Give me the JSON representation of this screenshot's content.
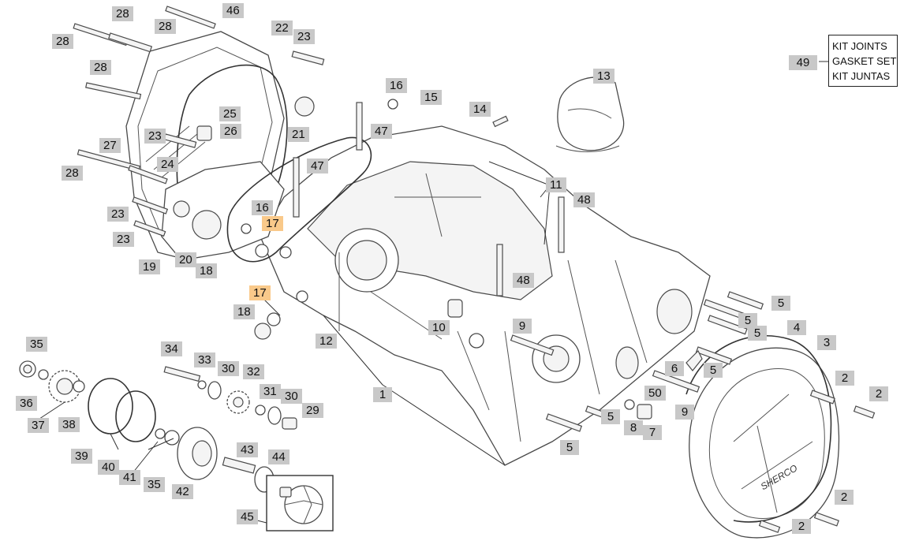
{
  "kit_box": {
    "ref": "49",
    "lines": [
      "KIT JOINTS",
      "GASKET SET",
      "KIT JUNTAS"
    ]
  },
  "highlight_color": "#f9c98a",
  "label_color": "#c8c8c8",
  "cover_brand_text": "SHERCO",
  "callouts": [
    {
      "id": "c28a",
      "text": "28"
    },
    {
      "id": "c46",
      "text": "46"
    },
    {
      "id": "c28b",
      "text": "28"
    },
    {
      "id": "c28c",
      "text": "28"
    },
    {
      "id": "c22",
      "text": "22"
    },
    {
      "id": "c23a",
      "text": "23"
    },
    {
      "id": "c28d",
      "text": "28"
    },
    {
      "id": "c25",
      "text": "25"
    },
    {
      "id": "c26",
      "text": "26"
    },
    {
      "id": "c23b",
      "text": "23"
    },
    {
      "id": "c21",
      "text": "21"
    },
    {
      "id": "c16a",
      "text": "16"
    },
    {
      "id": "c15",
      "text": "15"
    },
    {
      "id": "c14",
      "text": "14"
    },
    {
      "id": "c13",
      "text": "13"
    },
    {
      "id": "c47a",
      "text": "47"
    },
    {
      "id": "c27",
      "text": "27"
    },
    {
      "id": "c24",
      "text": "24"
    },
    {
      "id": "c28e",
      "text": "28"
    },
    {
      "id": "c47b",
      "text": "47"
    },
    {
      "id": "c11",
      "text": "11"
    },
    {
      "id": "c48a",
      "text": "48"
    },
    {
      "id": "c23c",
      "text": "23"
    },
    {
      "id": "c16b",
      "text": "16"
    },
    {
      "id": "c17a",
      "text": "17",
      "highlight": true
    },
    {
      "id": "c23d",
      "text": "23"
    },
    {
      "id": "c20",
      "text": "20"
    },
    {
      "id": "c19",
      "text": "19"
    },
    {
      "id": "c18a",
      "text": "18"
    },
    {
      "id": "c48b",
      "text": "48"
    },
    {
      "id": "c17b",
      "text": "17",
      "highlight": true
    },
    {
      "id": "c18b",
      "text": "18"
    },
    {
      "id": "c10",
      "text": "10"
    },
    {
      "id": "c9a",
      "text": "9"
    },
    {
      "id": "c5a",
      "text": "5"
    },
    {
      "id": "c5b",
      "text": "5"
    },
    {
      "id": "c5c",
      "text": "5"
    },
    {
      "id": "c12",
      "text": "12"
    },
    {
      "id": "c4",
      "text": "4"
    },
    {
      "id": "c3",
      "text": "3"
    },
    {
      "id": "c35a",
      "text": "35"
    },
    {
      "id": "c34",
      "text": "34"
    },
    {
      "id": "c33",
      "text": "33"
    },
    {
      "id": "c30a",
      "text": "30"
    },
    {
      "id": "c32",
      "text": "32"
    },
    {
      "id": "c6",
      "text": "6"
    },
    {
      "id": "c5d",
      "text": "5"
    },
    {
      "id": "c36",
      "text": "36"
    },
    {
      "id": "c31",
      "text": "31"
    },
    {
      "id": "c30b",
      "text": "30"
    },
    {
      "id": "c1",
      "text": "1"
    },
    {
      "id": "c50",
      "text": "50"
    },
    {
      "id": "c2a",
      "text": "2"
    },
    {
      "id": "c2b",
      "text": "2"
    },
    {
      "id": "c37",
      "text": "37"
    },
    {
      "id": "c38",
      "text": "38"
    },
    {
      "id": "c29",
      "text": "29"
    },
    {
      "id": "c9b",
      "text": "9"
    },
    {
      "id": "c5e",
      "text": "5"
    },
    {
      "id": "c8",
      "text": "8"
    },
    {
      "id": "c7",
      "text": "7"
    },
    {
      "id": "c39",
      "text": "39"
    },
    {
      "id": "c40",
      "text": "40"
    },
    {
      "id": "c41",
      "text": "41"
    },
    {
      "id": "c35b",
      "text": "35"
    },
    {
      "id": "c42",
      "text": "42"
    },
    {
      "id": "c43",
      "text": "43"
    },
    {
      "id": "c44",
      "text": "44"
    },
    {
      "id": "c5f",
      "text": "5"
    },
    {
      "id": "c45",
      "text": "45"
    },
    {
      "id": "c2c",
      "text": "2"
    },
    {
      "id": "c2d",
      "text": "2"
    }
  ]
}
